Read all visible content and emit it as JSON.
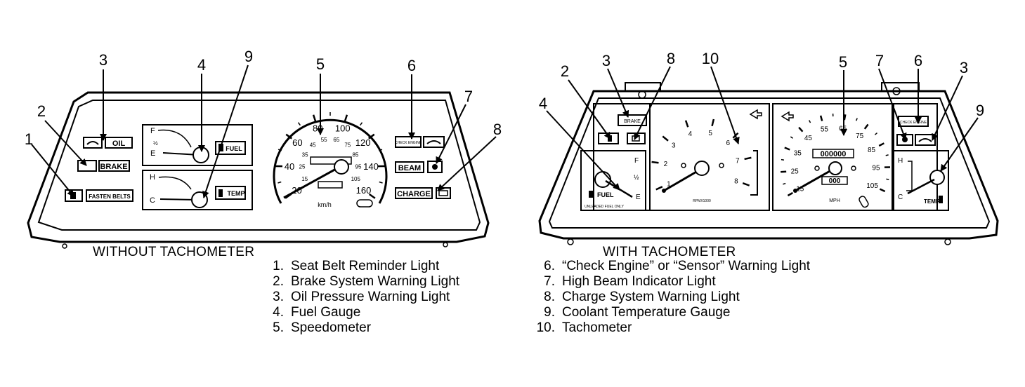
{
  "left_panel": {
    "caption": "WITHOUT TACHOMETER",
    "callouts": [
      "1",
      "2",
      "3",
      "4",
      "9",
      "5",
      "6",
      "7",
      "8"
    ],
    "warning_labels": {
      "oil": "OIL",
      "brake": "BRAKE",
      "belts": "FASTEN BELTS",
      "beam": "BEAM",
      "charge": "CHARGE",
      "check_engine": "CHECK ENGINE"
    },
    "fuel_gauge": {
      "full": "F",
      "half": "½",
      "empty": "E",
      "label": "FUEL"
    },
    "temp_gauge": {
      "hot": "H",
      "cold": "C",
      "label": "TEMP"
    },
    "speedometer": {
      "mph_ticks": [
        "20",
        "40",
        "60",
        "80",
        "100",
        "120",
        "140",
        "160"
      ],
      "inner_ticks": [
        "15",
        "25",
        "35",
        "45",
        "55",
        "65",
        "75",
        "85",
        "95",
        "105"
      ],
      "unit": "km/h"
    }
  },
  "right_panel": {
    "caption": "WITH TACHOMETER",
    "callouts": [
      "4",
      "2",
      "3",
      "8",
      "10",
      "5",
      "7",
      "6",
      "3",
      "9"
    ],
    "fuel_gauge": {
      "full": "F",
      "half": "½",
      "empty": "E",
      "label": "FUEL",
      "note": "UNLEADED FUEL ONLY"
    },
    "temp_gauge": {
      "hot": "H",
      "cold": "C",
      "label": "TEMP"
    },
    "tachometer": {
      "ticks": [
        "1",
        "2",
        "3",
        "4",
        "5",
        "6",
        "7",
        "8"
      ],
      "unit": "RPMX1000"
    },
    "speedometer": {
      "ticks": [
        "15",
        "25",
        "35",
        "45",
        "55",
        "65",
        "75",
        "85",
        "95",
        "105"
      ],
      "odometer": "000000",
      "trip": "000",
      "unit": "MPH"
    },
    "warning_labels": {
      "brake": "BRAKE",
      "check_engine": "CHECK ENGINE"
    }
  },
  "legend": {
    "left": [
      {
        "num": "1.",
        "text": "Seat Belt Reminder Light"
      },
      {
        "num": "2.",
        "text": "Brake System Warning Light"
      },
      {
        "num": "3.",
        "text": "Oil Pressure Warning Light"
      },
      {
        "num": "4.",
        "text": "Fuel Gauge"
      },
      {
        "num": "5.",
        "text": "Speedometer"
      }
    ],
    "right": [
      {
        "num": "6.",
        "text": "“Check Engine” or “Sensor” Warning Light"
      },
      {
        "num": "7.",
        "text": "High Beam Indicator Light"
      },
      {
        "num": "8.",
        "text": "Charge System Warning Light"
      },
      {
        "num": "9.",
        "text": "Coolant Temperature Gauge"
      },
      {
        "num": "10.",
        "text": "Tachometer"
      }
    ]
  }
}
